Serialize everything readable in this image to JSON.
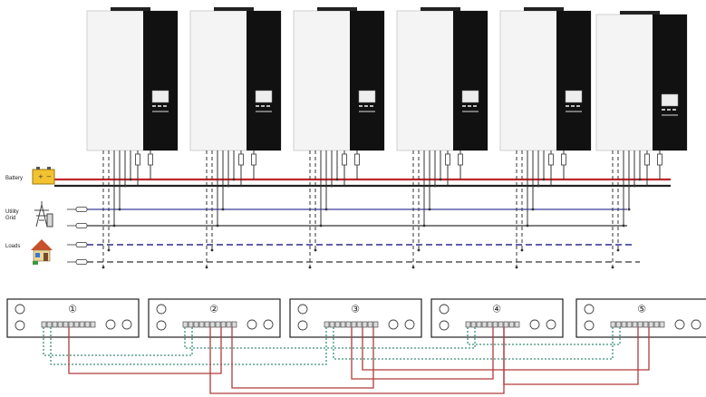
{
  "labels": {
    "battery": "Battery",
    "utility_grid": "Utility Grid",
    "loads": "Loads"
  },
  "inverter_count": 6,
  "panel_numbers": [
    "①",
    "②",
    "③",
    "④",
    "⑤"
  ],
  "colors": {
    "battery_positive": "#c0272d",
    "battery_negative": "#222222",
    "grid_n": "#3a3a9a",
    "load_n": "#2c2c8c",
    "parallel_red": "#b23a3a",
    "parallel_teal": "#3a8f7a",
    "inverter_body": "#f4f4f4",
    "inverter_panel": "#111111"
  },
  "icons": {
    "battery": "battery-icon",
    "grid": "power-tower-icon",
    "loads": "house-icon"
  }
}
